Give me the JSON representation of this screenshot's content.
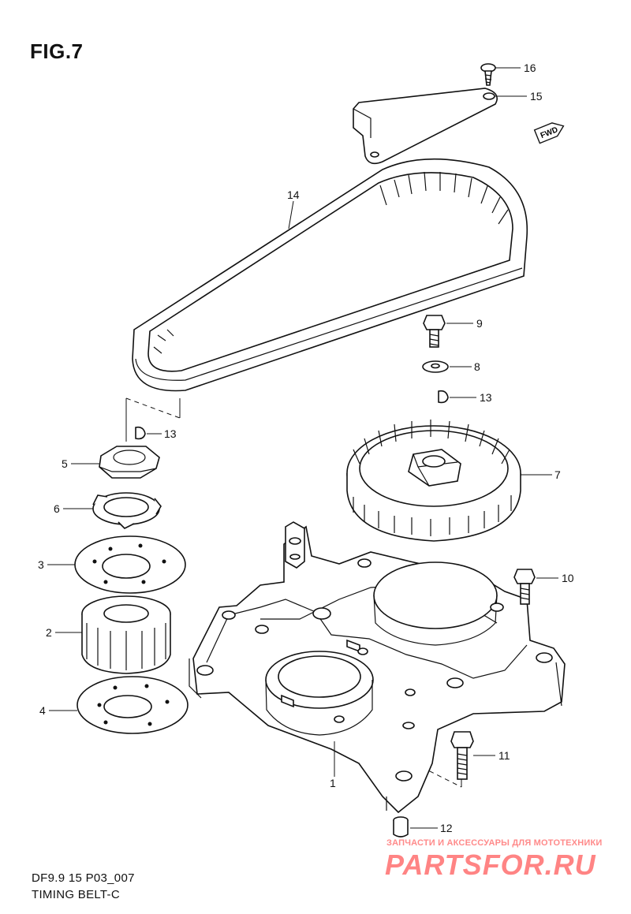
{
  "figure": {
    "title": "FIG.7",
    "code": "DF9.9 15 P03_007",
    "caption": "TIMING BELT-C",
    "direction_badge": "FWD"
  },
  "callouts": [
    {
      "id": "c16",
      "label": "16"
    },
    {
      "id": "c15",
      "label": "15"
    },
    {
      "id": "c14",
      "label": "14"
    },
    {
      "id": "c9",
      "label": "9"
    },
    {
      "id": "c8",
      "label": "8"
    },
    {
      "id": "c13a",
      "label": "13"
    },
    {
      "id": "c13b",
      "label": "13"
    },
    {
      "id": "c5",
      "label": "5"
    },
    {
      "id": "c6",
      "label": "6"
    },
    {
      "id": "c7",
      "label": "7"
    },
    {
      "id": "c3",
      "label": "3"
    },
    {
      "id": "c10",
      "label": "10"
    },
    {
      "id": "c2",
      "label": "2"
    },
    {
      "id": "c4",
      "label": "4"
    },
    {
      "id": "c11",
      "label": "11"
    },
    {
      "id": "c1",
      "label": "1"
    },
    {
      "id": "c12",
      "label": "12"
    }
  ],
  "watermark": {
    "tagline": "ЗАПЧАСТИ И АКСЕССУАРЫ ДЛЯ МОТОТЕХНИКИ",
    "brand": "PARTSFOR.RU"
  }
}
